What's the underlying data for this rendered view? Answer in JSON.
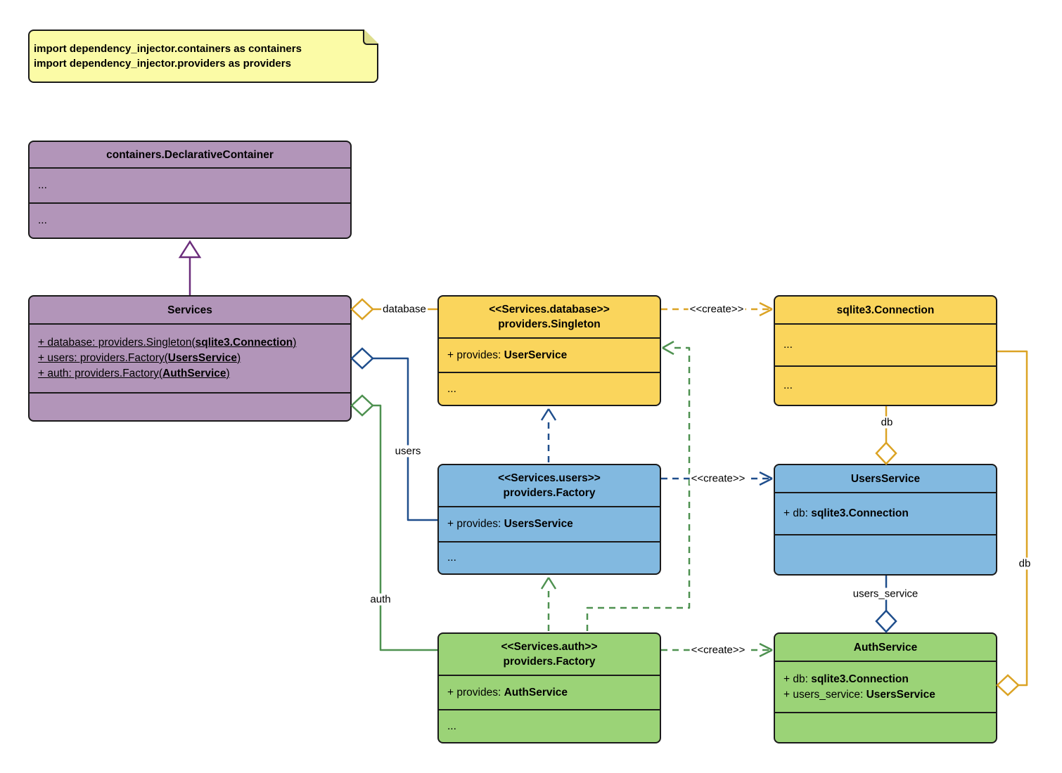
{
  "note": {
    "line1": "import dependency_injector.containers as containers",
    "line2": "import dependency_injector.providers as providers"
  },
  "classes": {
    "declarative_container": {
      "title": "containers.DeclarativeContainer",
      "compartment1": "...",
      "compartment2": "..."
    },
    "services": {
      "title": "Services",
      "attr1": {
        "prefix": "+ database: providers.Singleton(",
        "bold": "sqlite3.Connection",
        "suffix": ")"
      },
      "attr2": {
        "prefix": "+ users: providers.Factory(",
        "bold": "UsersService",
        "suffix": ")"
      },
      "attr3": {
        "prefix": "+ auth: providers.Factory(",
        "bold": "AuthService",
        "suffix": ")"
      }
    },
    "singleton_database": {
      "stereotype": "<<Services.database>>",
      "title": "providers.Singleton",
      "provides": {
        "prefix": "+ provides: ",
        "bold": "UserService"
      },
      "dots": "..."
    },
    "sqlite3_connection": {
      "title": "sqlite3.Connection",
      "compartment1": "...",
      "compartment2": "..."
    },
    "factory_users": {
      "stereotype": "<<Services.users>>",
      "title": "providers.Factory",
      "provides": {
        "prefix": "+ provides: ",
        "bold": "UsersService"
      },
      "dots": "..."
    },
    "users_service": {
      "title": "UsersService",
      "attr1": {
        "prefix": "+ db: ",
        "bold": "sqlite3.Connection"
      }
    },
    "factory_auth": {
      "stereotype": "<<Services.auth>>",
      "title": "providers.Factory",
      "provides": {
        "prefix": "+ provides: ",
        "bold": "AuthService"
      },
      "dots": "..."
    },
    "auth_service": {
      "title": "AuthService",
      "attr1": {
        "prefix": "+ db: ",
        "bold": "sqlite3.Connection"
      },
      "attr2": {
        "prefix": "+ users_service: ",
        "bold": "UsersService"
      }
    }
  },
  "edges": {
    "database_label": "database",
    "users_label": "users",
    "auth_label": "auth",
    "create_database_label": "<<create>>",
    "create_users_label": "<<create>>",
    "create_auth_label": "<<create>>",
    "db_top_label": "db",
    "db_right_label": "db",
    "users_service_label": "users_service"
  },
  "colors": {
    "purple_fill": "#B295B9",
    "purple_line": "#6B2D7B",
    "yellow_fill": "#FAD55C",
    "yellow_line": "#DBA324",
    "blue_fill": "#82B9E0",
    "blue_line": "#1F4E8C",
    "green_fill": "#9BD377",
    "green_line": "#4E9150",
    "note_fill": "#FBFBA6",
    "border": "#1A1A1A"
  }
}
